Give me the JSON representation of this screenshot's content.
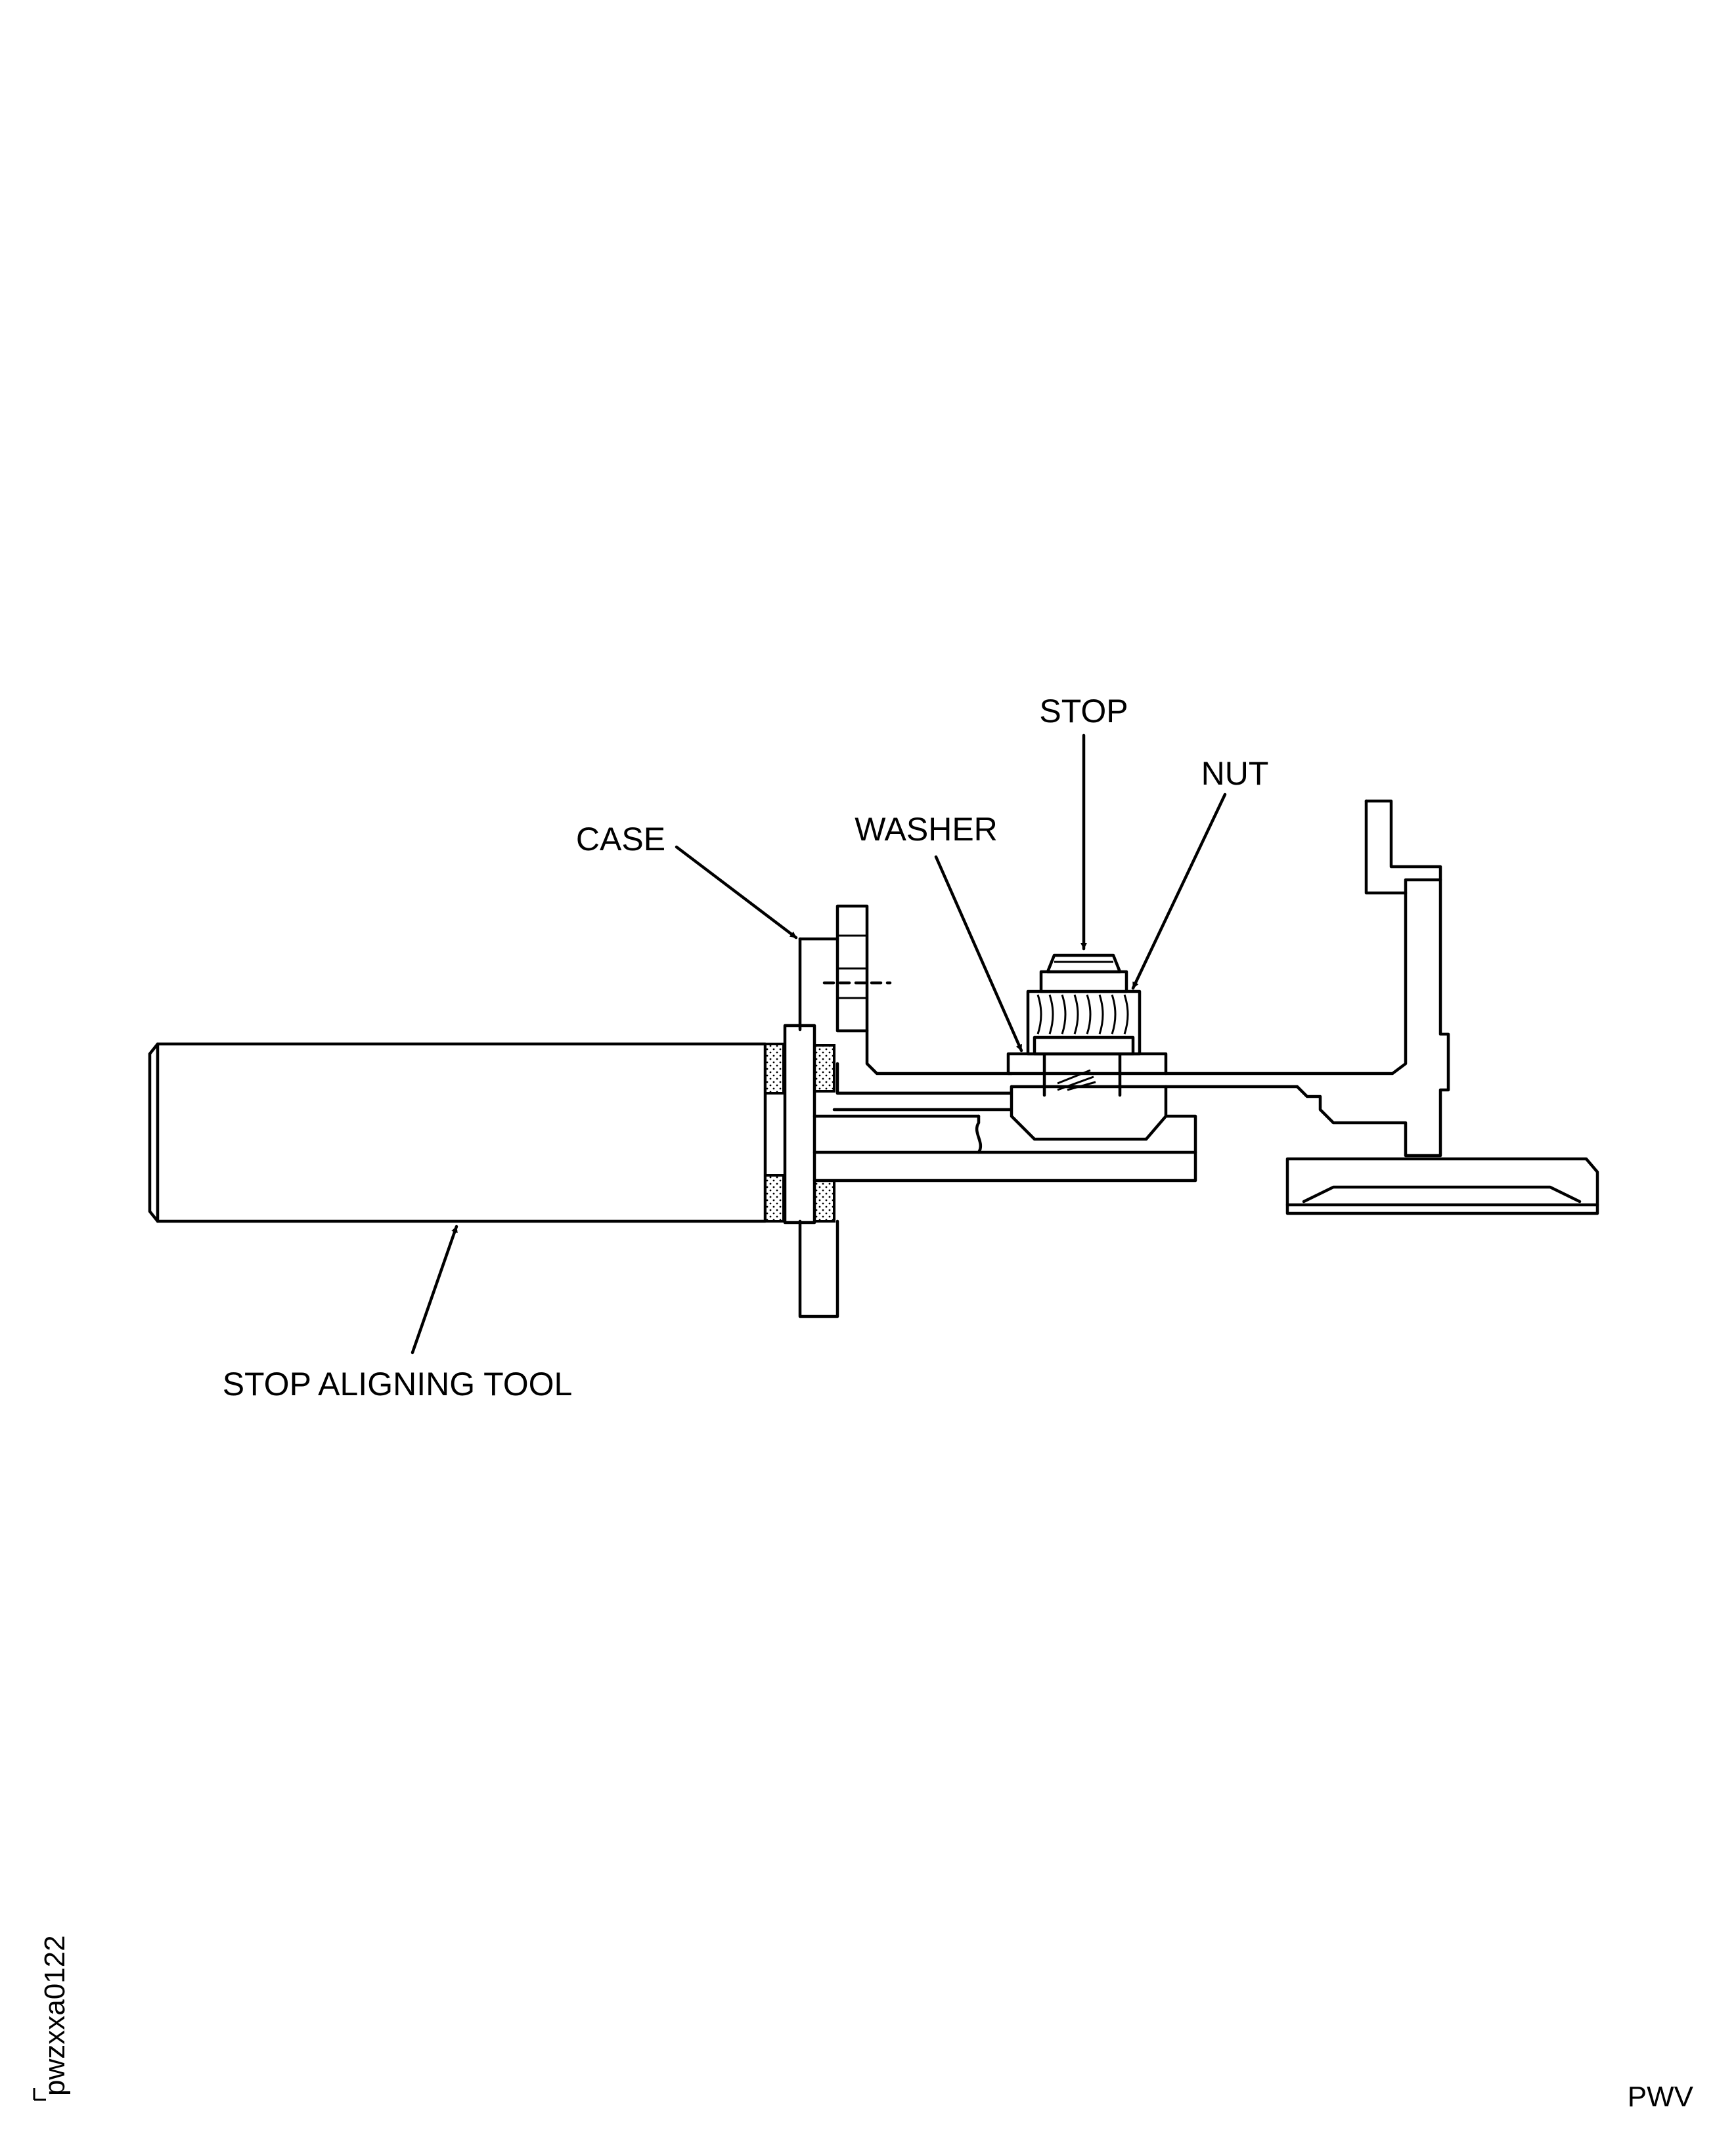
{
  "labels": {
    "stop": "STOP",
    "nut": "NUT",
    "washer": "WASHER",
    "case": "CASE",
    "stop_aligning_tool": "STOP ALIGNING TOOL"
  },
  "figure_id": "pwzxxa0122",
  "corner_code": "PWV",
  "colors": {
    "line": "#000000",
    "background": "#ffffff"
  }
}
